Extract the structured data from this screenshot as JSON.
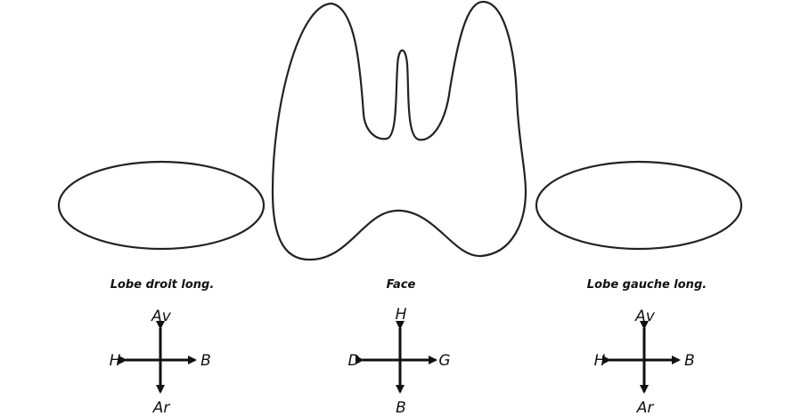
{
  "panels": {
    "right_lobe": {
      "title": "Lobe droit long.",
      "directions": {
        "up": "Av",
        "down": "Ar",
        "left": "H",
        "right": "B"
      }
    },
    "face": {
      "title": "Face",
      "directions": {
        "up": "H",
        "down": "B",
        "left": "D",
        "right": "G"
      }
    },
    "left_lobe": {
      "title": "Lobe gauche long.",
      "directions": {
        "up": "Av",
        "down": "Ar",
        "left": "H",
        "right": "B"
      }
    }
  },
  "colors": {
    "line": "#111111",
    "background": "#ffffff"
  }
}
